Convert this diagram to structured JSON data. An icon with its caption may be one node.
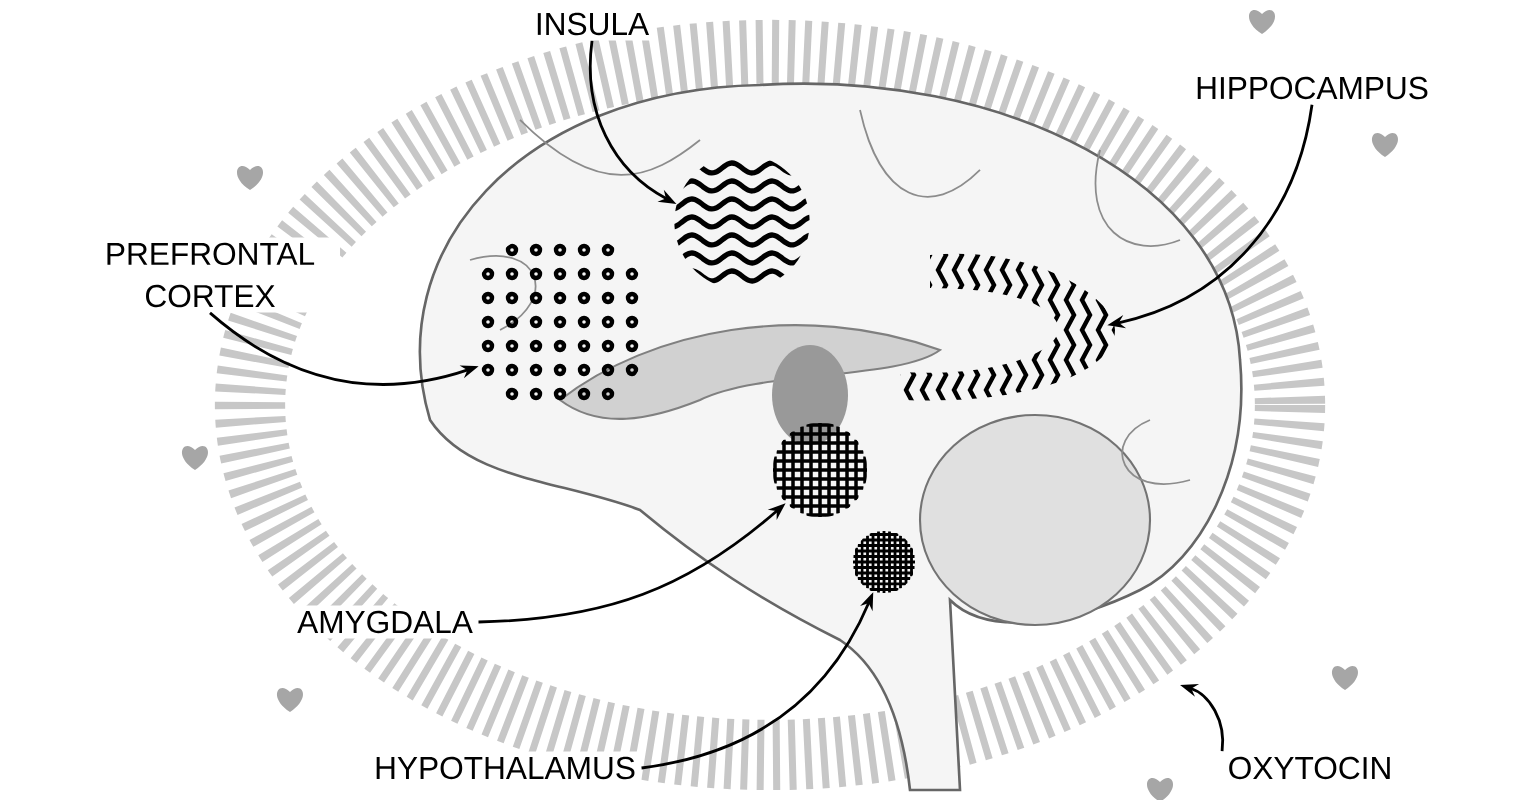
{
  "diagram": {
    "nodes": [
      {
        "text": [
          "INSULA"
        ]
      },
      {
        "text": [
          "HIPPOCAMPUS"
        ]
      },
      {
        "text": [
          "PREFRONTAL CORTEX"
        ]
      },
      {
        "text": [
          "AMYGDALA"
        ]
      },
      {
        "text": [
          "HYPOTHALAMUS"
        ]
      },
      {
        "text": [
          "OXYTOCIN"
        ]
      },
      {
        "text": [],
        "shape": "circle"
      },
      {
        "text": [],
        "shape": "circle"
      },
      {
        "text": [],
        "shape": "band"
      },
      {
        "text": [],
        "shape": "circle"
      },
      {
        "text": [],
        "shape": "circle"
      }
    ],
    "edges": [
      {
        "from": 0,
        "to": 6,
        "arrow": "to"
      },
      {
        "from": 1,
        "to": 8,
        "arrow": "to"
      },
      {
        "from": 2,
        "to": 7,
        "arrow": "to"
      },
      {
        "from": 3,
        "to": 9,
        "arrow": "to"
      },
      {
        "from": 4,
        "to": 10,
        "arrow": "to"
      },
      {
        "from": 5,
        "to": null,
        "arrow": "to"
      }
    ]
  }
}
